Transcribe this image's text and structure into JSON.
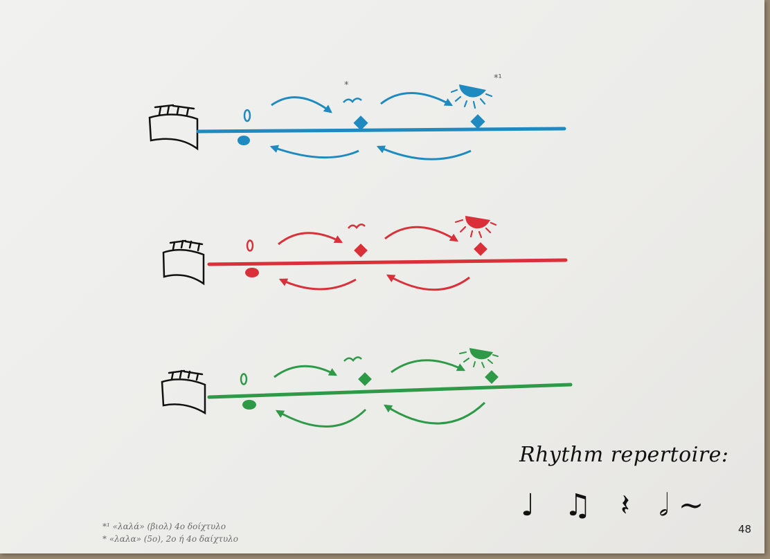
{
  "rhythm": {
    "title": "Rhythm repertoire:",
    "notes": "♩ ♫ 𝄽 𝅗𝅥~"
  },
  "page_number": "48",
  "footnotes": [
    "*¹ «λαλά» (βιολ) 4ο δοίχτυλο",
    "* «λαλα» (5ο), 2ο ή 4ο δαίχτυλο"
  ],
  "annotations": {
    "blue_bird_mark": "*",
    "blue_sun_mark": "*¹"
  },
  "staves": [
    {
      "color": "#1f8ac0",
      "name": "blue"
    },
    {
      "color": "#d9303a",
      "name": "red"
    },
    {
      "color": "#2e9a48",
      "name": "green"
    }
  ]
}
